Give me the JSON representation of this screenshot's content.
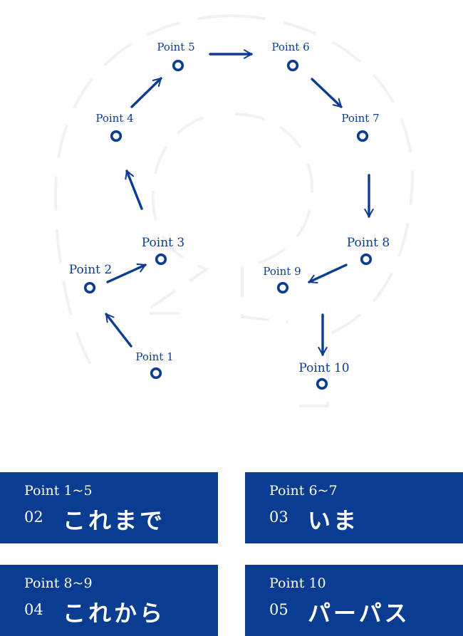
{
  "points": [
    {
      "id": "p1",
      "label": "Point 1"
    },
    {
      "id": "p2",
      "label": "Point 2"
    },
    {
      "id": "p3",
      "label": "Point 3"
    },
    {
      "id": "p4",
      "label": "Point 4"
    },
    {
      "id": "p5",
      "label": "Point 5"
    },
    {
      "id": "p6",
      "label": "Point 6"
    },
    {
      "id": "p7",
      "label": "Point 7"
    },
    {
      "id": "p8",
      "label": "Point 8"
    },
    {
      "id": "p9",
      "label": "Point 9"
    },
    {
      "id": "p10",
      "label": "Point 10"
    }
  ],
  "cards": [
    {
      "range": "Point 1~5",
      "number": "02",
      "title": "これまで"
    },
    {
      "range": "Point 6~7",
      "number": "03",
      "title": "いま"
    },
    {
      "range": "Point 8~9",
      "number": "04",
      "title": "これから"
    },
    {
      "range": "Point 10",
      "number": "05",
      "title": "パーパス"
    }
  ],
  "colors": {
    "accent": "#0a3d91",
    "decor": "#eef1f6",
    "background": "#ffffff"
  }
}
